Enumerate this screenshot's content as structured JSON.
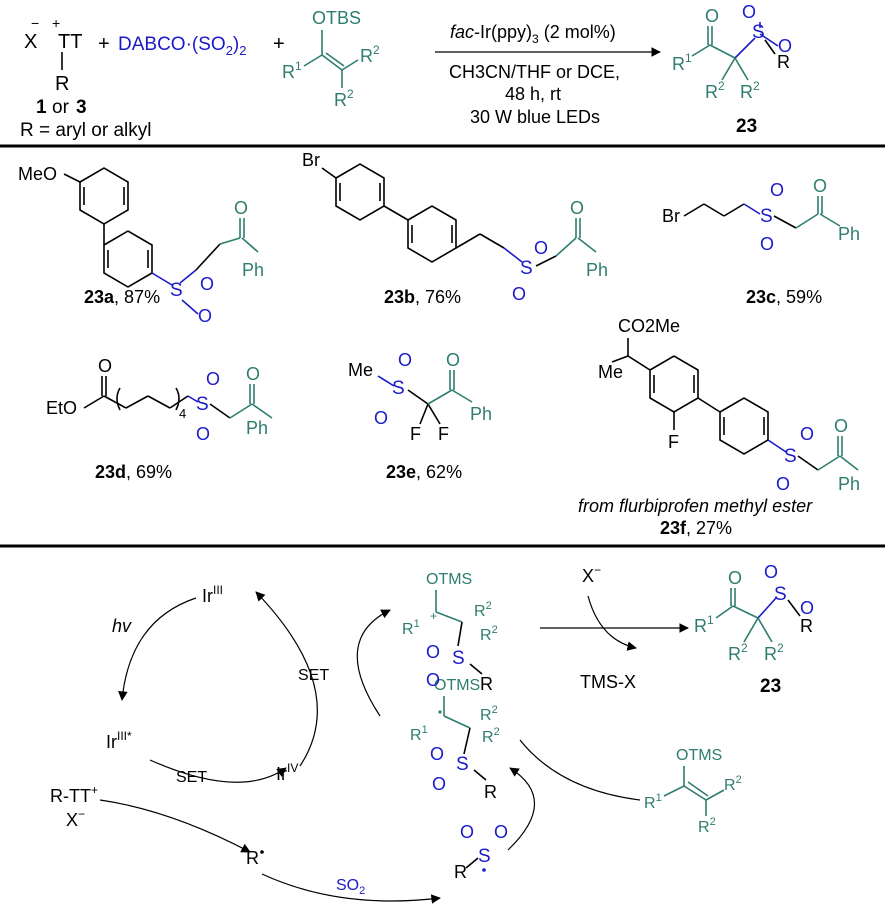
{
  "colors": {
    "text": "#000000",
    "sulfonyl": "#1a1acc",
    "ketone": "#2e7d6e",
    "rule": "#000000"
  },
  "scheme": {
    "anion": "X",
    "anion_charge": "−",
    "cation_charge": "+",
    "tt": "TT",
    "r": "R",
    "cmpd1": "1",
    "or": "or",
    "cmpd3": "3",
    "r_note": "R = aryl or alkyl",
    "plus": "+",
    "dabco": "DABCO·(SO",
    "dabco_sub": "2",
    "dabco_close": ")",
    "dabco_sub2": "2",
    "otbs": "OTBS",
    "r1": "R",
    "r1_sup": "1",
    "r2": "R",
    "r2_sup": "2",
    "cat_italic": "fac",
    "cat_rest": "-Ir(ppy)",
    "cat_sub": "3",
    "cat_load": " (2 mol%)",
    "solvent": "CH3CN/THF or DCE,",
    "time": "48 h,  rt",
    "light": "30 W blue LEDs",
    "o": "O",
    "s": "S",
    "product": "23"
  },
  "compounds": [
    {
      "id": "23a",
      "yield": ", 87%",
      "meo": "MeO",
      "ph": "Ph"
    },
    {
      "id": "23b",
      "yield": ", 76%",
      "br": "Br",
      "ph": "Ph"
    },
    {
      "id": "23c",
      "yield": ", 59%",
      "br": "Br",
      "ph": "Ph"
    },
    {
      "id": "23d",
      "yield": ", 69%",
      "eto": "EtO",
      "n": "4",
      "ph": "Ph"
    },
    {
      "id": "23e",
      "yield": ", 62%",
      "me": "Me",
      "f": "F",
      "ph": "Ph"
    },
    {
      "id": "23f",
      "yield": ", 27%",
      "note": "from flurbiprofen methyl ester",
      "co2me": "CO2Me",
      "me": "Me",
      "f": "F",
      "ph": "Ph"
    }
  ],
  "mechanism": {
    "ir3": "Ir",
    "ir3_sup": "III",
    "ir3star_sup": "III*",
    "ir4_sup": "IV",
    "hv": "hv",
    "set1": "SET",
    "set2": "SET",
    "rtt": "R-TT",
    "rtt_charge": "+",
    "x": "X",
    "x_charge": "−",
    "radical": "R",
    "so2": "SO",
    "so2_sub": "2",
    "otms": "OTMS",
    "tmsx": "TMS-X",
    "product": "23"
  }
}
